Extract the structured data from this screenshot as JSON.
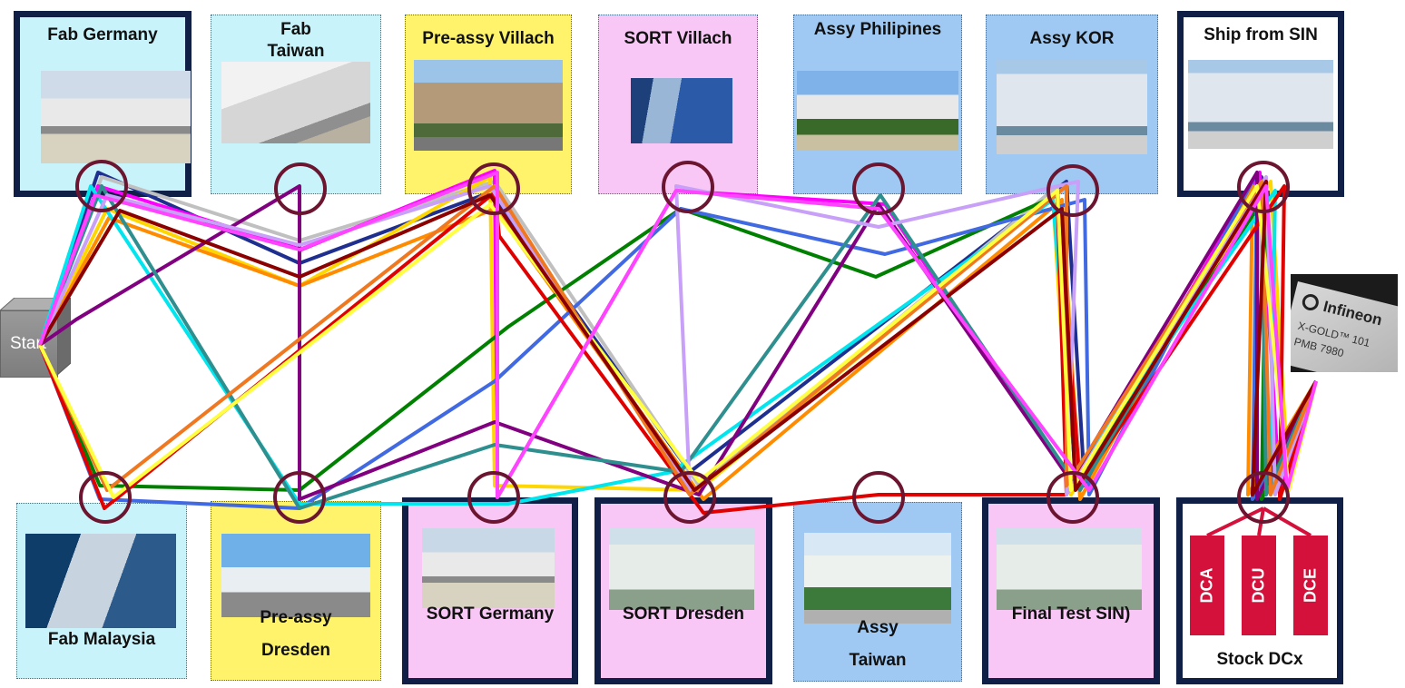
{
  "sites_top": [
    {
      "id": "fab-germany",
      "label": "Fab Germany",
      "bg": "#c9f3fb",
      "strong": true
    },
    {
      "id": "fab-taiwan",
      "label": "Fab\nTaiwan",
      "bg": "#c9f3fb",
      "strong": false
    },
    {
      "id": "preassy-villach",
      "label": "Pre-assy  Villach",
      "bg": "#fff36b",
      "strong": false
    },
    {
      "id": "sort-villach",
      "label": "SORT Villach",
      "bg": "#f9c7f5",
      "strong": false
    },
    {
      "id": "assy-philipines",
      "label": "Assy Philipines",
      "bg": "#9fc9f2",
      "strong": false
    },
    {
      "id": "assy-kor",
      "label": "Assy KOR",
      "bg": "#9fc9f2",
      "strong": false
    },
    {
      "id": "ship-from-sin",
      "label": "Ship from SIN",
      "bg": "#ffffff",
      "strong": true
    }
  ],
  "sites_bottom": [
    {
      "id": "fab-malaysia",
      "label": "Fab Malaysia",
      "bg": "#c9f3fb",
      "strong": false
    },
    {
      "id": "preassy-dresden",
      "label": "Pre-assy\nDresden",
      "bg": "#fff36b",
      "strong": false
    },
    {
      "id": "sort-germany",
      "label": "SORT Germany",
      "bg": "#f9c7f5",
      "strong": true
    },
    {
      "id": "sort-dresden",
      "label": "SORT Dresden",
      "bg": "#f9c7f5",
      "strong": true
    },
    {
      "id": "assy-taiwan",
      "label": "Assy\nTaiwan",
      "bg": "#9fc9f2",
      "strong": false
    },
    {
      "id": "final-test-sin",
      "label": "Final Test SIN)",
      "bg": "#f9c7f5",
      "strong": true
    },
    {
      "id": "stock-dcx",
      "label": "Stock DCx",
      "bg": "#ffffff",
      "strong": true
    }
  ],
  "start_label": "Start",
  "chip": {
    "brand": "Infineon",
    "line1": "X-GOLD™ 101",
    "line2": "PMB 7980"
  },
  "stock_dcs": [
    "DCA",
    "DCU",
    "DCE"
  ],
  "colors": {
    "node_circle": "#6b1530",
    "dc_red": "#d4113a",
    "frame_navy": "#0f1f45",
    "route_colors": [
      "#1f2f8f",
      "#c0c0c0",
      "#ff00ff",
      "#ffd700",
      "#ff8c00",
      "#008000",
      "#4169e1",
      "#00e5ee",
      "#800080",
      "#e00000",
      "#2f8f8f",
      "#c8a0f8",
      "#f07820",
      "#ffff40",
      "#8b0000",
      "#ff44ff"
    ]
  }
}
